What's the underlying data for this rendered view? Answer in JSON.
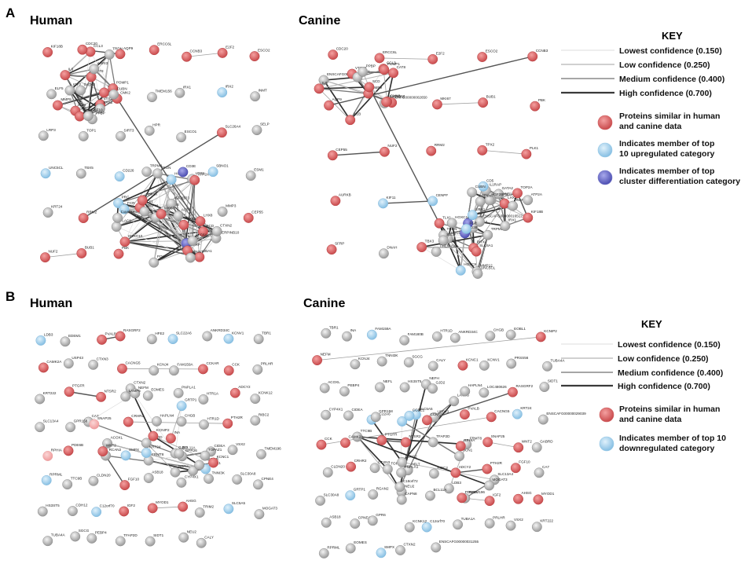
{
  "panels": [
    {
      "letter": "A",
      "human_title": "Human",
      "canine_title": "Canine",
      "key": {
        "title": "KEY",
        "lines": [
          {
            "label": "Lowest confidence (0.150)",
            "color": "#dddddd"
          },
          {
            "label": "Low confidence (0.250)",
            "color": "#b8b8b8"
          },
          {
            "label": "Medium confidence (0.400)",
            "color": "#8a8a8a"
          },
          {
            "label": "High confidence (0.700)",
            "color": "#3a3a3a"
          }
        ],
        "circles": [
          {
            "label": [
              "Proteins similar in human",
              "and canine data"
            ],
            "color": "#ea7b7d"
          },
          {
            "label": [
              "Indicates member of top",
              "10 upregulated category"
            ],
            "color": "#b9dff3"
          },
          {
            "label": [
              "Indicates member of top",
              "cluster differentiation category"
            ],
            "color": "#8e8fda"
          }
        ]
      }
    },
    {
      "letter": "B",
      "human_title": "Human",
      "canine_title": "Canine",
      "key": {
        "title": "KEY",
        "lines": [
          {
            "label": "Lowest confidence (0.150)",
            "color": "#dddddd"
          },
          {
            "label": "Low confidence (0.250)",
            "color": "#b8b8b8"
          },
          {
            "label": "Medium confidence (0.400)",
            "color": "#8a8a8a"
          },
          {
            "label": "High confidence (0.700)",
            "color": "#3a3a3a"
          }
        ],
        "circles": [
          {
            "label": [
              "Proteins similar in human",
              "and canine data"
            ],
            "color": "#ea7b7d"
          },
          {
            "label": [
              "Indicates member of top 10",
              "downregulated category"
            ],
            "color": "#b9dff3"
          }
        ]
      }
    }
  ],
  "node_colors": {
    "grey": "#c9c9c9",
    "red": "#e06767",
    "blue": "#a8d3ee",
    "purple": "#6f71c9",
    "pink": "#f4b2b3"
  },
  "networks": {
    "A_human": {
      "labels": [
        "TLX1",
        "TRDN",
        "IL1B",
        "IL6",
        "VTS20",
        "CAT8",
        "CCL3",
        "CCL2",
        "MMP9",
        "SAA1",
        "POMP1",
        "CMK2",
        "PPBP",
        "IGF2",
        "FGF10",
        "ANRI3",
        "SCD",
        "POU",
        "PIX",
        "HMGB",
        "TRGN",
        "PLAC8",
        "IGF2BP3",
        "LRG1",
        "GRNT",
        "CD38",
        "PRG",
        "FCR",
        "TBX3",
        "PITX1",
        "SFRP",
        "LHX8",
        "HOXC9",
        "HOXC10",
        "UBA1",
        "SERPINB10",
        "SLC6A1",
        "TNNT",
        "CTXN2",
        "ATP2A",
        "MKI67",
        "TOP2A",
        "KIF18B",
        "CDC20",
        "AQP9",
        "ERCC6L",
        "CCNB3",
        "E2F2",
        "ESCO2",
        "ELF5",
        "GATA3",
        "CUBN",
        "TMEM156",
        "IRX1",
        "IRX2",
        "INMT",
        "LRP3",
        "TOP1",
        "SIRT3",
        "HPR",
        "ESCO1",
        "SLC26A4",
        "SELP",
        "UNC5CL",
        "TBX5",
        "CD226",
        "TRPM8",
        "CD3E",
        "SBNO1",
        "ESM1",
        "KRT24",
        "RRM2",
        "FAM84A",
        "DNAH",
        "AQP3",
        "MMP3",
        "CEP55",
        "NUF2",
        "BUB1",
        "PBK"
      ]
    },
    "A_canine": {
      "labels": [
        "ENSCAFG00000002650",
        "ENSCAFG00000021886",
        "IL1B",
        "IL6",
        "CCL3",
        "CCL2",
        "MMP9",
        "VTS20",
        "CAT8",
        "POMP1",
        "CMK2",
        "SAA1",
        "SCD",
        "PPBP",
        "TLX1",
        "LRG1",
        "TRDN",
        "HOXC9",
        "HOXC10",
        "GATA3",
        "CD38",
        "CD226",
        "MMP12",
        "TRPM8",
        "SELP",
        "UNC5CL",
        "TBX3",
        "PITX1",
        "IL1RAP",
        "ENSCAFG00000016512",
        "SERPINB10",
        "LHX8",
        "UBA1",
        "FCR",
        "IRX1",
        "CD5",
        "CUBN",
        "GATA2",
        "INMT",
        "IGF2BP3",
        "TOP2A",
        "KIF18B",
        "CDC20",
        "ERCC6L",
        "E2F2",
        "ESCO2",
        "CCNB3",
        "AQP9",
        "SLC26A4",
        "MKI67",
        "BUB1",
        "PBK",
        "CEP55",
        "NUF2",
        "RRM2",
        "TPX2",
        "PLK1",
        "AURKB",
        "KIF11",
        "CENPF",
        "TNNT",
        "ATP2A",
        "SFRP",
        "DNAH",
        "TMEM156",
        "SLC6A1"
      ]
    },
    "B_human": {
      "labels": [
        "CCBE1",
        "HELT",
        "FRMT8",
        "RCAN2",
        "CTXN2",
        "NEFH",
        "ACOXL",
        "CIDEA",
        "CA7",
        "NEFM",
        "FAM180B",
        "GABRD",
        "GRTP1",
        "GJD2",
        "KCNC1",
        "KCNIP2",
        "INA",
        "GPR26",
        "LDB3",
        "EDEM1",
        "PVALB",
        "RASGRF2",
        "HFE2",
        "SLC22A6",
        "ANKRD34C",
        "KCNV1",
        "TBR1",
        "CAMK2A",
        "USP43",
        "CTXN3",
        "CACNG5",
        "KCNJ4",
        "FAM159A",
        "CCKAR",
        "CCK",
        "PRLHR",
        "KRT222",
        "PTGFR",
        "NTSR2",
        "LAMP5",
        "EOMES",
        "PNPLA1",
        "HTR1A",
        "ADCY2",
        "KCNK12",
        "SLC13A4",
        "GPR158",
        "SNAP25",
        "CRHR2",
        "HAPLN4",
        "CHGB",
        "HTR1D",
        "PTH2R",
        "RIBC2",
        "RPHIA",
        "PDE6B",
        "WNT2",
        "SMPX",
        "KRT24",
        "BCL11A",
        "TOPAZ1",
        "VSX2",
        "TMEM196",
        "RPRML",
        "TTC9B",
        "CLDN20",
        "FGF10",
        "ASB18",
        "CYP4X1",
        "TNNI3K",
        "SLC30A8",
        "CPNE4",
        "HS3ST5",
        "CDH12",
        "C12orf70",
        "IGF2",
        "MYOD1",
        "AHSG",
        "TRIM2",
        "SLC5A5",
        "MOGAT3",
        "TUBA4A",
        "SGCG",
        "PEBP4",
        "TFAP2D",
        "SIDT1",
        "NEU2",
        "CALY"
      ]
    },
    "B_canine": {
      "labels": [
        "TMEM196",
        "LAMP5",
        "NEU2",
        "C18orf72",
        "TOPAZ1",
        "HELT",
        "USP43",
        "TTC9B",
        "HCN1",
        "CDH12",
        "LDB3",
        "FRMT8",
        "SLC5A5",
        "HFE2",
        "SLC22A6",
        "SLC13A4",
        "NEFH",
        "MOGAT3",
        "TBR1",
        "INA",
        "FAM159A",
        "FAM180B",
        "HTR1D",
        "ANKRD34C",
        "CHGB",
        "EOBL1",
        "KCNIP2",
        "NEFM",
        "KCNJ4",
        "TNNI3K",
        "SGCG",
        "CALY",
        "KCNC1",
        "KCNV1",
        "PRSS56",
        "TUBA4A",
        "ACOXL",
        "PEBP4",
        "NEFL",
        "HS3ST5",
        "GJD2",
        "HAPLN4",
        "LOC480626",
        "RASGRF2",
        "SIDT1",
        "CYP4X1",
        "CIDEA",
        "GPR158",
        "CCBE1",
        "CCKAR",
        "PVALB",
        "CACNG5",
        "KRT24",
        "ENSCAFG00000029039",
        "CCK",
        "CAMK2A",
        "PTGFR",
        "NTSR2",
        "TFAP2D",
        "RPHIA",
        "SNAP25",
        "WNT2",
        "GABRD",
        "CLDN20",
        "CRHR2",
        "CTXN3",
        "PNPLA1",
        "RIBC2",
        "ADCY2",
        "PTH2R",
        "FGF10",
        "CA7",
        "SLC30A8",
        "GRTP1",
        "RGAN2",
        "CAPN8",
        "BCL11A",
        "PDE6B",
        "IGF2",
        "AHSG",
        "MYOD1",
        "ASB18",
        "CPNE4",
        "GPR6",
        "KCNK12",
        "C12orf70",
        "TUBA1A",
        "PRLHR",
        "VSX2",
        "KRT222",
        "RPRML",
        "EOMES",
        "SMPX",
        "CTXN2",
        "ENSCAFG00000031255"
      ]
    }
  }
}
